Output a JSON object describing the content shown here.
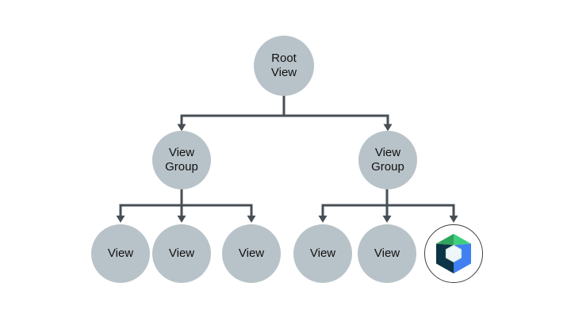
{
  "colors": {
    "background": "#ffffff",
    "node_fill": "#b8c3c9",
    "node_text": "#111111",
    "connector": "#474e54",
    "compose_circle_border": "#3c4043",
    "compose_circle_fill": "#ffffff"
  },
  "compose_logo": {
    "icon": "jetpack-compose-logo",
    "colors": {
      "green_dark": "#2fa45c",
      "green_light": "#3ecf7d",
      "blue": "#4080f2",
      "navy": "#0d3346",
      "center_fill": "#eef6fa",
      "center_stroke": "#cde7d8"
    }
  },
  "tree": {
    "root": {
      "label": "Root\nView",
      "children": [
        {
          "label": "View\nGroup",
          "children": [
            {
              "label": "View"
            },
            {
              "label": "View"
            },
            {
              "label": "View"
            }
          ]
        },
        {
          "label": "View\nGroup",
          "children": [
            {
              "label": "View"
            },
            {
              "label": "View"
            },
            {
              "label": "",
              "icon": "jetpack-compose-logo"
            }
          ]
        }
      ]
    }
  }
}
